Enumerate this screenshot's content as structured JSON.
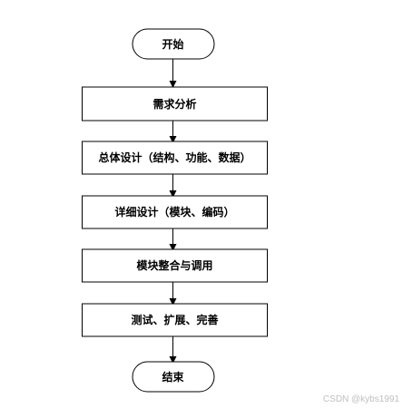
{
  "flowchart": {
    "nodes": [
      {
        "id": "start",
        "shape": "terminal",
        "label": "开始"
      },
      {
        "id": "req",
        "shape": "process",
        "label": "需求分析"
      },
      {
        "id": "design",
        "shape": "process",
        "label": "总体设计（结构、功能、数据）"
      },
      {
        "id": "detail",
        "shape": "process",
        "label": "详细设计（模块、编码）"
      },
      {
        "id": "integrate",
        "shape": "process",
        "label": "模块整合与调用"
      },
      {
        "id": "test",
        "shape": "process",
        "label": "测试、扩展、完善"
      },
      {
        "id": "end",
        "shape": "terminal",
        "label": "结束"
      }
    ],
    "edges": [
      {
        "from": "start",
        "to": "req"
      },
      {
        "from": "req",
        "to": "design"
      },
      {
        "from": "design",
        "to": "detail"
      },
      {
        "from": "detail",
        "to": "integrate"
      },
      {
        "from": "integrate",
        "to": "test"
      },
      {
        "from": "test",
        "to": "end"
      }
    ]
  },
  "watermark": "CSDN @kybs1991"
}
